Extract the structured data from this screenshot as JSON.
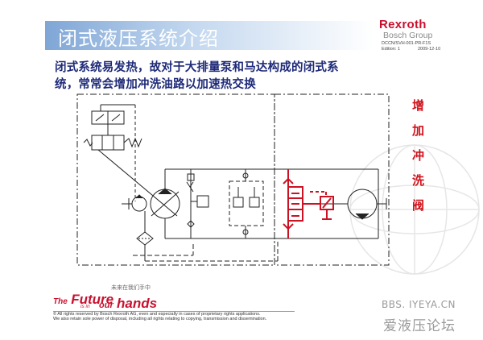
{
  "slide": {
    "title": "闭式液压系统介绍",
    "logo": {
      "name": "Rexroth",
      "group": "Bosch Group"
    },
    "doc_code": "DCCN/SVH-001-PR-F1S",
    "edition": "Edition: 1",
    "date": "2009-12-10",
    "body_lines": [
      "闭式系统易发热，故对于大排量泵和马达构成的闭式系",
      "统，常常会增加冲洗油路以加速热交换"
    ]
  },
  "diagram": {
    "side_label_chars": [
      "增",
      "加",
      "冲",
      "洗",
      "阀"
    ],
    "highlight_color": "#cc1122",
    "line_color": "#222222"
  },
  "footer": {
    "slogan_cn": "未来在我们手中",
    "slogan_the": "The",
    "slogan_future": "Future",
    "slogan_isin": "is in",
    "slogan_our": "our",
    "slogan_hands": "hands",
    "legal_1": "© All rights reserved by Bosch Rexroth AG, even and especially in cases of proprietary rights applications.",
    "legal_2": "We also retain sole power of disposal, including all rights relating to copying, transmission and dissemination."
  },
  "watermark": {
    "url": "BBS. IYEYA.CN",
    "name_cn": "爱液压论坛"
  }
}
